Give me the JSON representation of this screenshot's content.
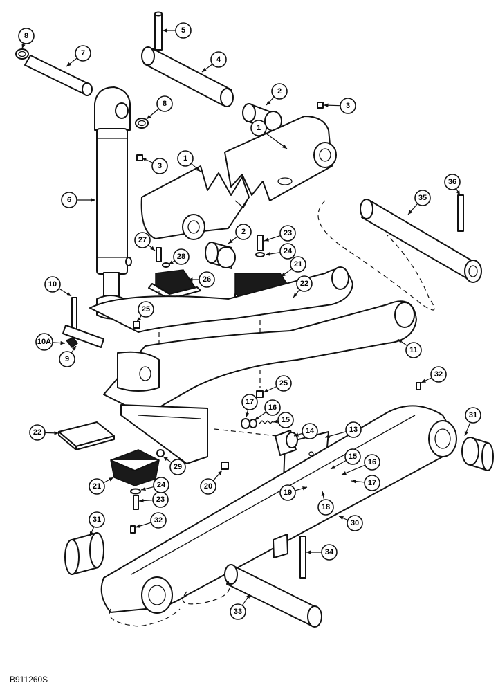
{
  "figure_code": "B911260S",
  "callouts": [
    "1",
    "1",
    "2",
    "2",
    "3",
    "3",
    "4",
    "5",
    "6",
    "7",
    "8",
    "8",
    "9",
    "10",
    "10A",
    "11",
    "13",
    "14",
    "15",
    "15",
    "16",
    "16",
    "17",
    "17",
    "18",
    "19",
    "20",
    "21",
    "21",
    "22",
    "22",
    "23",
    "23",
    "24",
    "24",
    "25",
    "25",
    "26",
    "27",
    "28",
    "29",
    "30",
    "31",
    "31",
    "32",
    "32",
    "33",
    "34",
    "35",
    "36"
  ]
}
